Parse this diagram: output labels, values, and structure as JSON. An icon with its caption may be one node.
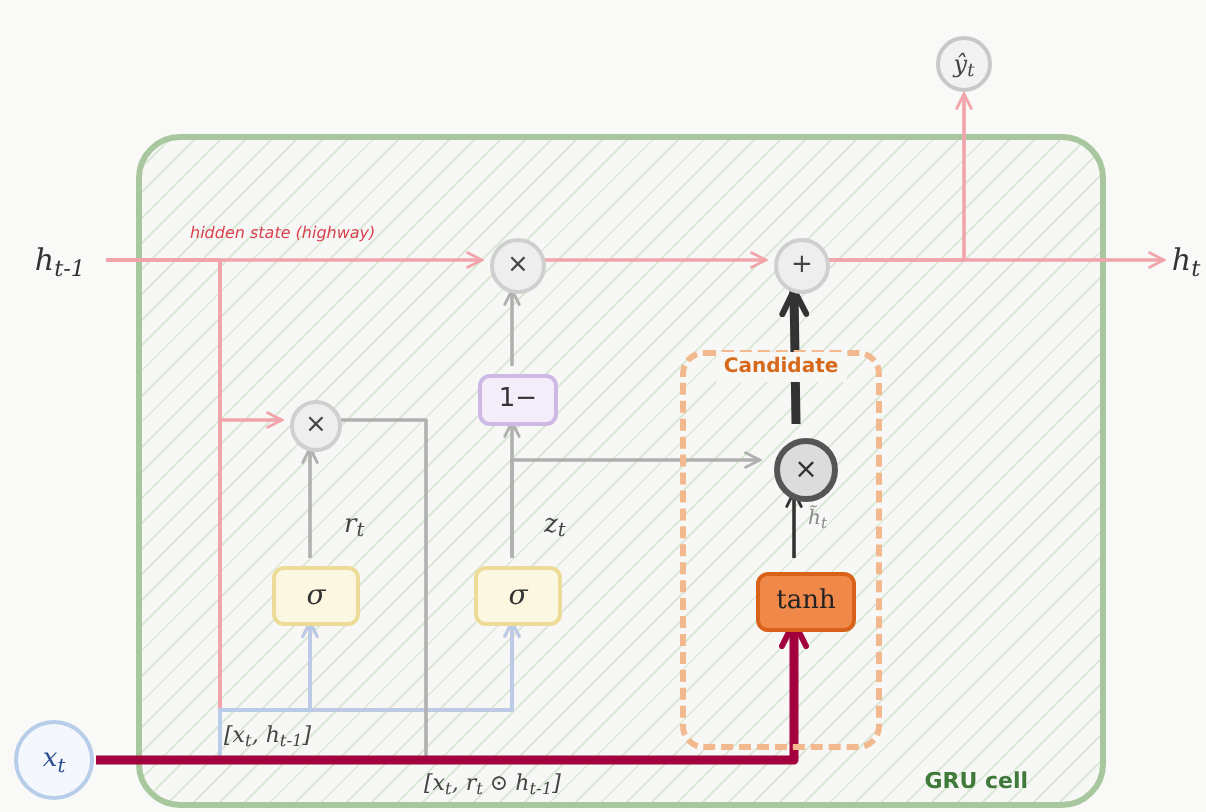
{
  "diagram": {
    "nodes": [
      {
        "text": [
          "GRU cell"
        ]
      },
      {
        "text": [
          "h$_{t-1}$"
        ]
      },
      {
        "text": [
          "×"
        ],
        "in": 0
      },
      {
        "text": [
          "+"
        ],
        "in": 0
      },
      {
        "text": [
          "h$_{t}$"
        ]
      },
      {
        "text": [
          "ŷ$_{t}$"
        ]
      },
      {
        "text": [
          "×"
        ],
        "in": 0
      },
      {
        "text": [
          "1−"
        ],
        "in": 0
      },
      {
        "text": [
          "Candidate"
        ],
        "in": 0
      },
      {
        "text": [
          "×"
        ],
        "in": 8
      },
      {
        "text": [
          "tanh"
        ],
        "in": 8
      },
      {
        "text": [
          "σ"
        ],
        "in": 0,
        "beside": [
          "r$_{t}$"
        ]
      },
      {
        "text": [
          "σ"
        ],
        "in": 0,
        "beside": [
          "z$_{t}$"
        ]
      },
      {
        "text": [
          "x$_{t}$"
        ]
      }
    ],
    "edges": [
      {
        "from": 1,
        "to": 2,
        "arrow": "to",
        "label": "hidden state (highway)"
      },
      {
        "from": 2,
        "to": 3,
        "arrow": "to"
      },
      {
        "from": 3,
        "to": 4,
        "arrow": "to"
      },
      {
        "from": 3,
        "to": 5,
        "arrow": "to"
      },
      {
        "from": 1,
        "to": 6,
        "arrow": "to"
      },
      {
        "from": 1,
        "to": 11,
        "arrow": "to"
      },
      {
        "from": 1,
        "to": 12,
        "arrow": "to"
      },
      {
        "from": 13,
        "to": 11,
        "arrow": "to",
        "color": "#b7cdea"
      },
      {
        "from": 13,
        "to": 12,
        "arrow": "to",
        "color": "#b7cdea"
      },
      {
        "from": 11,
        "to": 6,
        "arrow": "to",
        "color": "#b0b0b0"
      },
      {
        "from": 12,
        "to": 7,
        "arrow": "to",
        "color": "#b0b0b0"
      },
      {
        "from": 7,
        "to": 2,
        "arrow": "to",
        "color": "#b0b0b0"
      },
      {
        "from": 12,
        "to": 9,
        "arrow": "to",
        "color": "#b0b0b0"
      },
      {
        "from": 6,
        "to": 10,
        "arrow": "to",
        "color": "#b0b0b0"
      },
      {
        "from": 13,
        "to": 10,
        "arrow": "to",
        "style": "thick",
        "color": "#a3003e"
      },
      {
        "from": 10,
        "to": 9,
        "arrow": "to",
        "color": "#333333",
        "label": "h̃$_{t}$"
      },
      {
        "from": 9,
        "to": 3,
        "arrow": "to",
        "style": "thick",
        "color": "#333333"
      }
    ],
    "labels": [
      "[x$_{t}$, h$_{t-1}$]",
      "[x$_{t}$, r$_{t}$ ⊙ h$_{t-1}$]"
    ]
  }
}
